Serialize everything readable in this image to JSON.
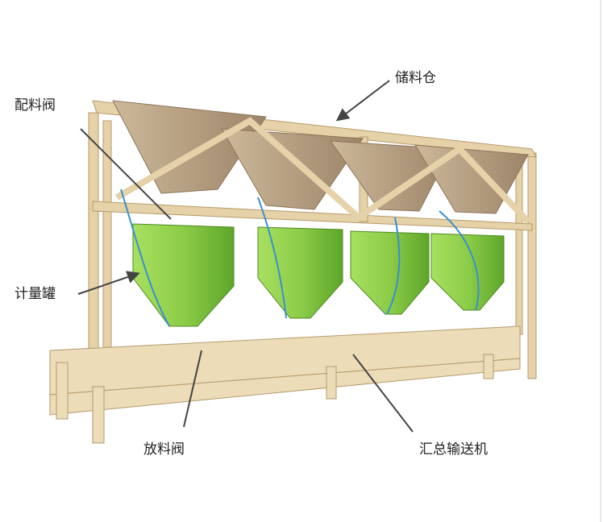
{
  "labels": {
    "storage_bin": "储料仓",
    "dosing_valve": "配料阀",
    "weighing_tank": "计量罐",
    "discharge_valve": "放料阀",
    "collecting_conveyor": "汇总输送机"
  },
  "colors": {
    "frame": "#e6d2a8",
    "frame_dark": "#b59a6c",
    "hopper": "#bca68a",
    "tank": "#8fd04a",
    "tank_dark": "#5fa82c",
    "pipe": "#3a8fd0",
    "arrow": "#444444"
  }
}
